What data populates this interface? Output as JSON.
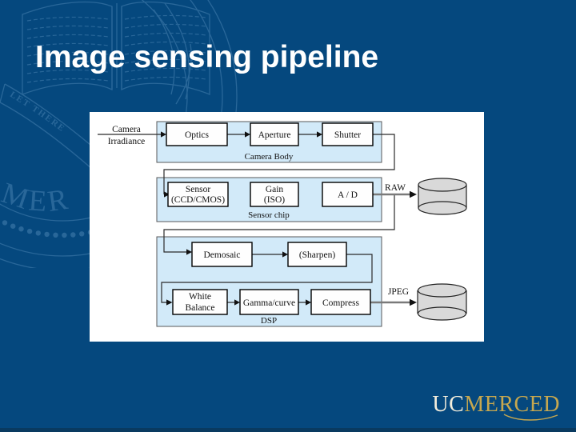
{
  "slide": {
    "title": "Image sensing pipeline"
  },
  "watermark": {
    "ribbon_text": "LET THERE",
    "seal_text": "MER"
  },
  "diagram": {
    "input": {
      "line1": "Camera",
      "line2": "Irradiance"
    },
    "containers": {
      "camera_body": "Camera Body",
      "sensor_chip": "Sensor chip",
      "dsp": "DSP"
    },
    "boxes": {
      "optics": "Optics",
      "aperture": "Aperture",
      "shutter": "Shutter",
      "sensor_line1": "Sensor",
      "sensor_line2": "(CCD/CMOS)",
      "gain_line1": "Gain",
      "gain_line2": "(ISO)",
      "ad": "A / D",
      "demosaic": "Demosaic",
      "sharpen": "(Sharpen)",
      "white_balance_line1": "White",
      "white_balance_line2": "Balance",
      "gamma": "Gamma/curve",
      "compress": "Compress"
    },
    "outputs": {
      "raw": "RAW",
      "jpeg": "JPEG"
    }
  },
  "logo": {
    "uc": "UC",
    "merced": "MERCED"
  },
  "colors": {
    "background": "#05487E",
    "accent_gold": "#C6A74F",
    "container_fill": "#D2EAF9",
    "cylinder_fill": "#D9D9D9",
    "watermark_blue": "#4E86B5"
  }
}
